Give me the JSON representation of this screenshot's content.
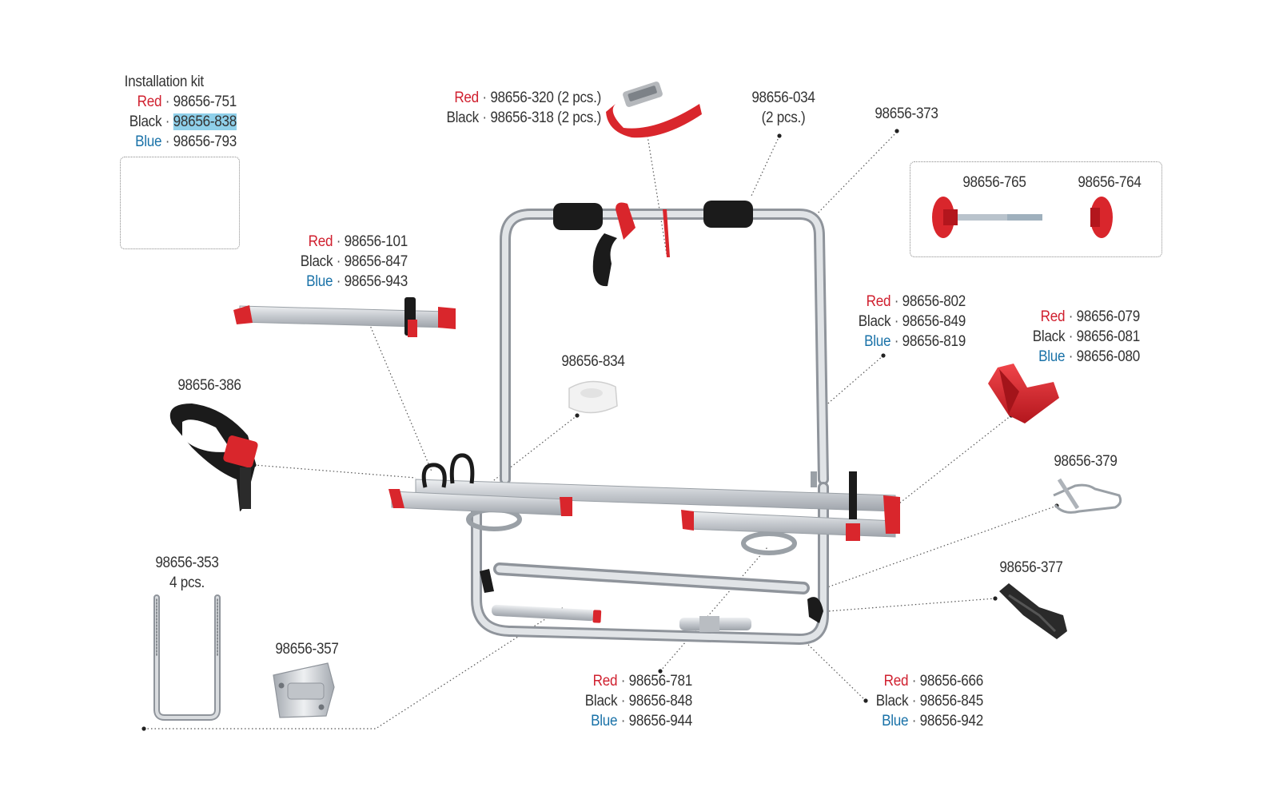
{
  "colors": {
    "red": "#d0202f",
    "blue": "#1a72a8",
    "black": "#333333",
    "highlight": "#8fd0ea",
    "aluminium": "#c9ccd1",
    "part_red": "#d9262c",
    "part_black": "#1b1b1b"
  },
  "installation_kit": {
    "title": "Installation kit",
    "red_label": "Red",
    "red_code": "98656-751",
    "black_label": "Black",
    "black_code": "98656-838",
    "blue_label": "Blue",
    "blue_code": "98656-793"
  },
  "straps": {
    "red_label": "Red",
    "red_text": "98656-320 (2 pcs.)",
    "black_label": "Black",
    "black_text": "98656-318 (2 pcs.)"
  },
  "foam": {
    "code": "98656-034",
    "qty": "(2 pcs.)"
  },
  "frame": {
    "code": "98656-373"
  },
  "knobs": {
    "left_code": "98656-765",
    "right_code": "98656-764"
  },
  "rail": {
    "red_label": "Red",
    "red_code": "98656-101",
    "black_label": "Black",
    "black_code": "98656-847",
    "blue_label": "Blue",
    "blue_code": "98656-943"
  },
  "wheel_cradle": {
    "code": "98656-834"
  },
  "upright": {
    "red_label": "Red",
    "red_code": "98656-802",
    "black_label": "Black",
    "black_code": "98656-849",
    "blue_label": "Blue",
    "blue_code": "98656-819"
  },
  "end_cap": {
    "red_label": "Red",
    "red_code": "98656-079",
    "black_label": "Black",
    "black_code": "98656-081",
    "blue_label": "Blue",
    "blue_code": "98656-080"
  },
  "wheel_strap": {
    "code": "98656-386"
  },
  "spring_pin": {
    "code": "98656-379"
  },
  "u_bolt": {
    "code": "98656-353",
    "qty": "4 pcs."
  },
  "bracket_plate": {
    "code": "98656-357"
  },
  "hinge_bracket": {
    "code": "98656-377"
  },
  "lower_tube": {
    "red_label": "Red",
    "red_code": "98656-781",
    "black_label": "Black",
    "black_code": "98656-848",
    "blue_label": "Blue",
    "blue_code": "98656-944"
  },
  "lower_frame": {
    "red_label": "Red",
    "red_code": "98656-666",
    "black_label": "Black",
    "black_code": "98656-845",
    "blue_label": "Blue",
    "blue_code": "98656-942"
  },
  "separator": "·"
}
